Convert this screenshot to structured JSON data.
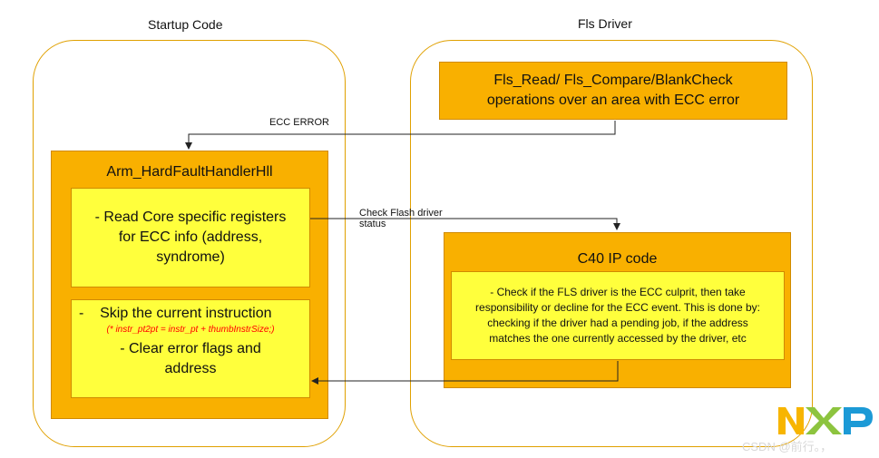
{
  "lanes": {
    "startup_title": "Startup Code",
    "fls_title": "Fls Driver"
  },
  "fls_ops": {
    "line1": "Fls_Read/ Fls_Compare/BlankCheck",
    "line2": "operations over an area with ECC error"
  },
  "handler": {
    "title": "Arm_HardFaultHandlerHll",
    "read_regs": [
      "- Read Core specific registers",
      "for ECC info (address,",
      "syndrome)"
    ],
    "skip_line": "-    Skip the current instruction",
    "code_line": "(* instr_pt2pt = instr_pt + thumbInstrSize;)",
    "clear_line1": "- Clear error flags and",
    "clear_line2": "address"
  },
  "ip": {
    "title": "C40 IP code",
    "desc": [
      "- Check if the FLS driver is the ECC culprit, then take",
      "responsibility or decline for the ECC event. This is done by:",
      "checking if the driver had a pending job, if the address",
      "matches the one currently accessed by the driver, etc"
    ]
  },
  "labels": {
    "ecc_error": "ECC ERROR",
    "check_status_1": "Check Flash driver",
    "check_status_2": "status"
  },
  "watermark": {
    "logo": "NXP",
    "text": "CSDN @前行。，"
  },
  "colors": {
    "orange": "#f9b000",
    "yellow": "#ffff3c",
    "lane_border": "#e0a000"
  }
}
